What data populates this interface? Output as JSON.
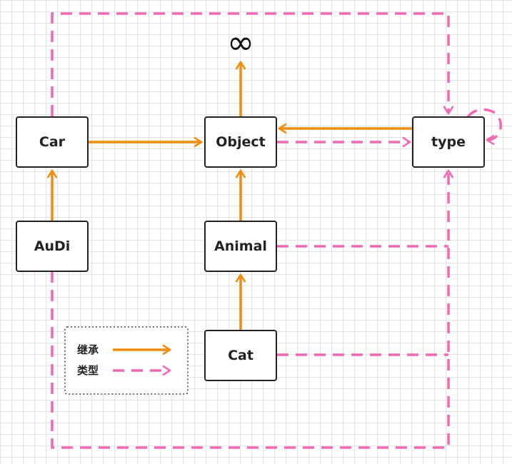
{
  "colors": {
    "inheritance": "#f28c0f",
    "type": "#f268b5"
  },
  "diagram": {
    "infinity_symbol": "∞",
    "nodes": {
      "car": "Car",
      "object": "Object",
      "type": "type",
      "audi": "AuDi",
      "animal": "Animal",
      "cat": "Cat"
    },
    "legend": {
      "inheritance_label": "继承",
      "type_label": "类型"
    }
  }
}
